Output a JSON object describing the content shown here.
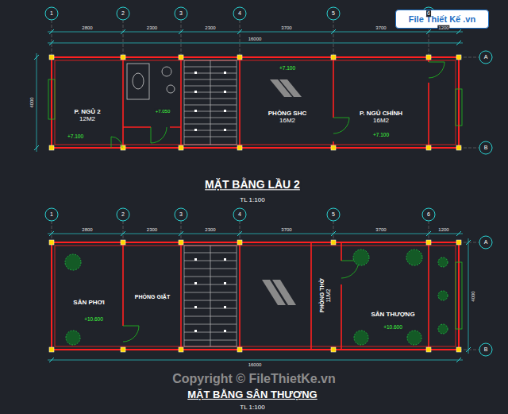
{
  "diagram": {
    "nodes": [
      {
        "text": [
          "File Thiết Kế .vn"
        ]
      },
      {
        "text": [
          "P. NGỦ 2",
          "12M2"
        ]
      },
      {
        "text": [
          "PHÒNG SHC",
          "16M2"
        ]
      },
      {
        "text": [
          "P. NGỦ CHÍNH",
          "16M2"
        ]
      },
      {
        "text": [
          "SÂN PHƠI"
        ]
      },
      {
        "text": [
          "PHÒNG GIẶT"
        ]
      },
      {
        "text": [
          "PHÒNG THỜ",
          "11M2"
        ]
      },
      {
        "text": [
          "SÂN THƯỢNG"
        ]
      }
    ],
    "labels": [
      "MẶT BẰNG LẦU 2",
      "TL 1:100",
      "MẶT BẰNG SÂN THƯỢNG",
      "TL 1:100",
      "Copyright © FileThietKe.vn",
      "+7.100",
      "+7.050",
      "+7.100",
      "+7.100",
      "+10.600",
      "+10.600",
      "1",
      "2",
      "3",
      "4",
      "5",
      "6",
      "A",
      "B",
      "2800",
      "2300",
      "2300",
      "3700",
      "3700",
      "1200",
      "16000",
      "4000",
      "1",
      "2",
      "3",
      "4",
      "5",
      "6",
      "A",
      "B",
      "2800",
      "2300",
      "2300",
      "3700",
      "3700",
      "1200",
      "16000",
      "4000"
    ]
  }
}
